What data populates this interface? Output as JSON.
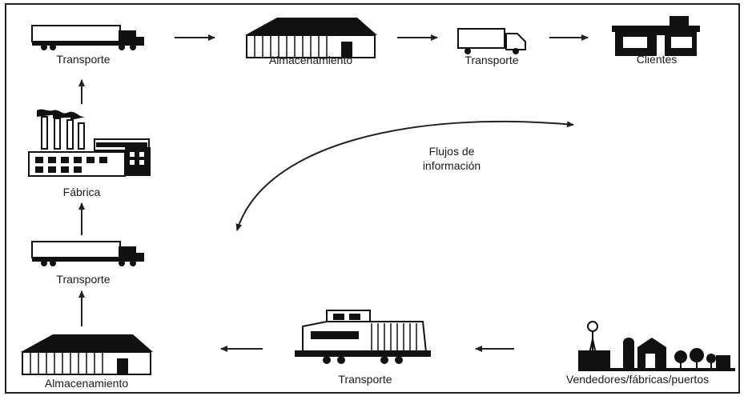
{
  "diagram": {
    "nodes": {
      "transporte_top_left": "Transporte",
      "almacenamiento_top": "Almacenamiento",
      "transporte_top_mid": "Transporte",
      "clientes": "Clientes",
      "fabrica": "Fábrica",
      "transporte_left_mid": "Transporte",
      "almacenamiento_bottom": "Almacenamiento",
      "transporte_bottom": "Transporte",
      "vendedores": "Vendedores/fábricas/puertos"
    },
    "info_flow": {
      "line1": "Flujos de",
      "line2": "información"
    }
  }
}
